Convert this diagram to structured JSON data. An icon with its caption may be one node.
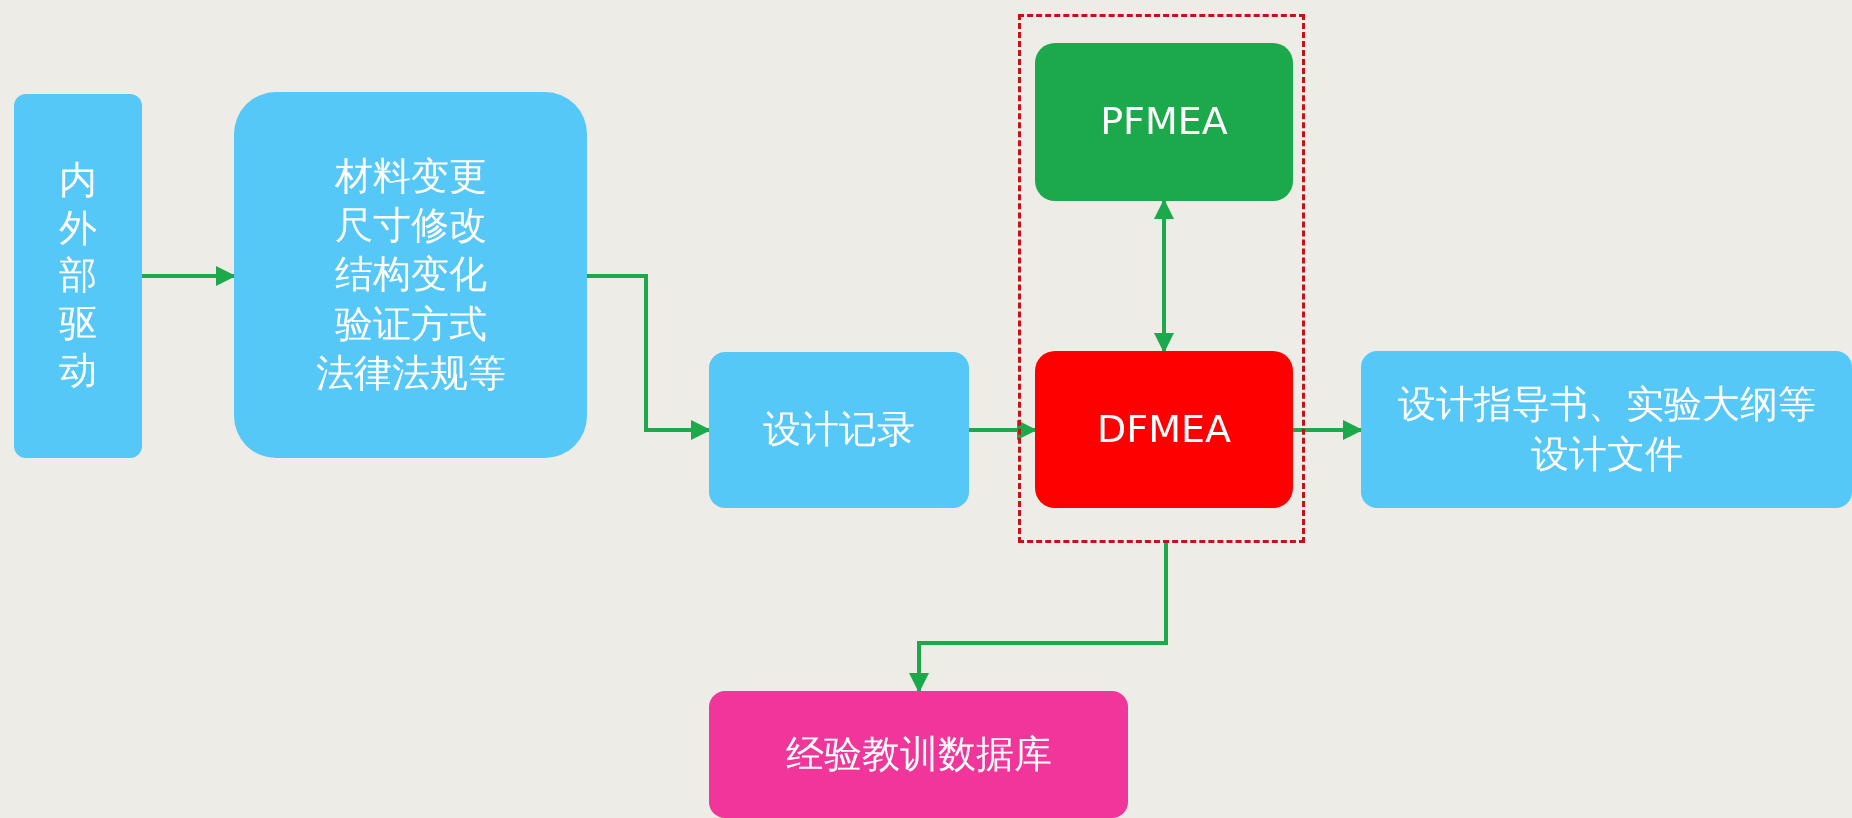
{
  "diagram": {
    "nodes": [
      {
        "text": [
          "内外部驱动"
        ]
      },
      {
        "text": [
          "材料变更",
          "尺寸修改",
          "结构变化",
          "验证方式",
          "法律法规等"
        ]
      },
      {
        "text": [
          "设计记录"
        ]
      },
      {
        "text": [],
        "shape": "box"
      },
      {
        "text": [
          "PFMEA"
        ],
        "in": 3
      },
      {
        "text": [
          "DFMEA"
        ],
        "in": 3
      },
      {
        "text": [
          "设计指导书、实验大纲等设计文件"
        ]
      },
      {
        "text": [
          "经验教训数据库"
        ]
      }
    ],
    "edges": [
      {
        "from": 0,
        "to": 1,
        "arrow": "to"
      },
      {
        "from": 1,
        "to": 2,
        "arrow": "to"
      },
      {
        "from": 2,
        "to": 5,
        "arrow": "to"
      },
      {
        "from": 4,
        "to": 5,
        "arrow": "both"
      },
      {
        "from": 5,
        "to": 6,
        "arrow": "to"
      },
      {
        "from": 3,
        "to": 7,
        "arrow": "to"
      }
    ]
  }
}
